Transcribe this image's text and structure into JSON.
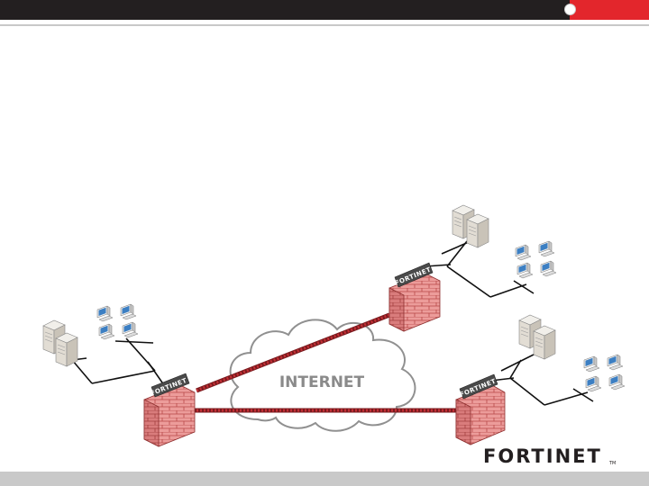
{
  "diagram": {
    "cloud_label": "INTERNET",
    "firewall_label": "FORTINET",
    "logo_text": "FORTINET",
    "logo_tm": "TM"
  },
  "colors": {
    "top_bar": "#231f20",
    "accent": "#e3262c",
    "firewall_brick": "#e89a9a",
    "vpn_link": "#b3262c"
  }
}
